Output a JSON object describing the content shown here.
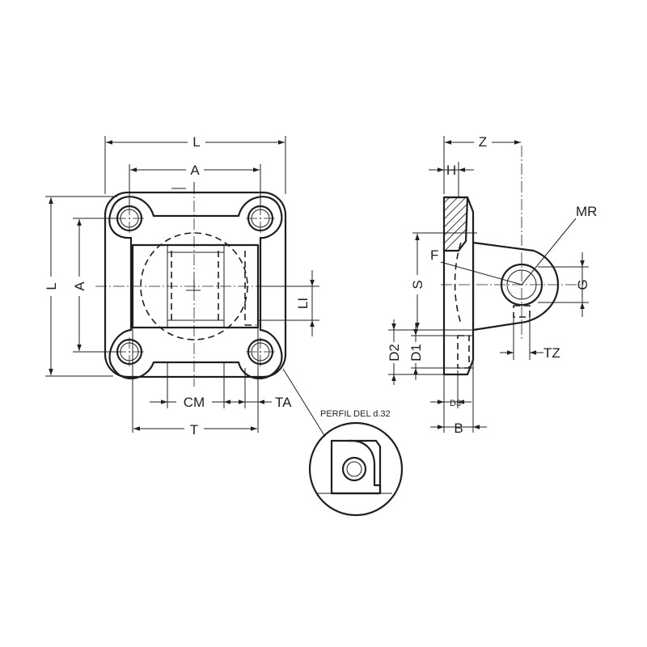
{
  "drawing": {
    "front_view": {
      "dimensions": {
        "L_horizontal": "L",
        "A_horizontal": "A",
        "L_vertical": "L",
        "A_vertical": "A",
        "LI": "LI",
        "CM": "CM",
        "TA": "TA",
        "T": "T"
      }
    },
    "side_view": {
      "dimensions": {
        "Z": "Z",
        "H": "H",
        "MR": "MR",
        "F": "F",
        "S": "S",
        "G": "G",
        "TZ": "TZ",
        "D2": "D2",
        "D1": "D1",
        "D3": "D3",
        "B": "B"
      }
    },
    "detail": {
      "label": "PERFIL DEL d.32"
    }
  }
}
